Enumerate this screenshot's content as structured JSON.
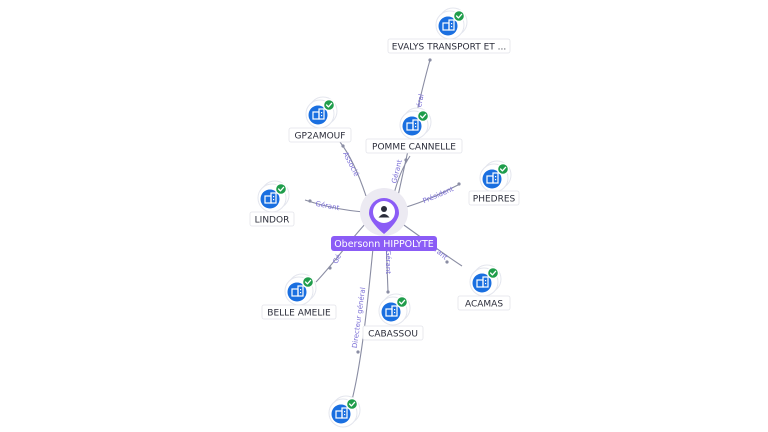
{
  "center": {
    "name": "Obersonn HIPPOLYTE",
    "icon": "person-icon"
  },
  "accent": "#8b5cf6",
  "node_icon": "building-icon",
  "status_icon": "check-icon",
  "nodes": [
    {
      "id": "evalys",
      "label": "EVALYS TRANSPORT ET ...",
      "relation": "Général"
    },
    {
      "id": "gp2amouf",
      "label": "GP2AMOUF",
      "relation": "Associé"
    },
    {
      "id": "pomme",
      "label": "POMME CANNELLE",
      "relation": "Gérant"
    },
    {
      "id": "phedres",
      "label": "PHEDRES",
      "relation": "Président"
    },
    {
      "id": "lindor",
      "label": "LINDOR",
      "relation": "Gérant"
    },
    {
      "id": "acamas",
      "label": "ACAMAS",
      "relation": "érant"
    },
    {
      "id": "belle",
      "label": "BELLE AMELIE",
      "relation": "Gé"
    },
    {
      "id": "cabassou",
      "label": "CABASSOU",
      "relation": "Gérant"
    },
    {
      "id": "bottom",
      "label": "",
      "relation": "Directeur général"
    }
  ]
}
